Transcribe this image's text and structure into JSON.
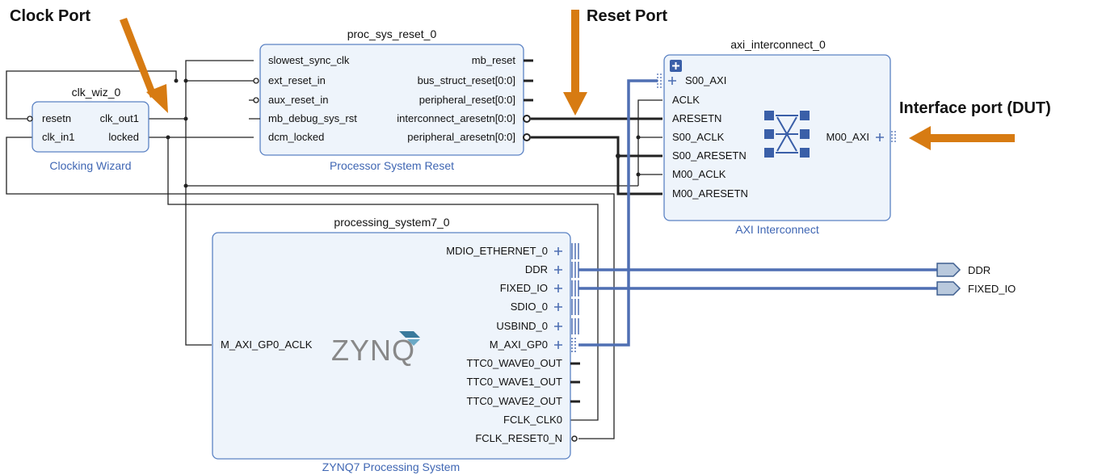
{
  "annotations": {
    "clock_port": "Clock Port",
    "reset_port": "Reset Port",
    "interface_port": "Interface port (DUT)"
  },
  "clk_wiz": {
    "instance": "clk_wiz_0",
    "type": "Clocking Wizard",
    "inputs": [
      "resetn",
      "clk_in1"
    ],
    "outputs": [
      "clk_out1",
      "locked"
    ]
  },
  "proc_sys_reset": {
    "instance": "proc_sys_reset_0",
    "type": "Processor System Reset",
    "inputs": [
      "slowest_sync_clk",
      "ext_reset_in",
      "aux_reset_in",
      "mb_debug_sys_rst",
      "dcm_locked"
    ],
    "outputs": [
      "mb_reset",
      "bus_struct_reset[0:0]",
      "peripheral_reset[0:0]",
      "interconnect_aresetn[0:0]",
      "peripheral_aresetn[0:0]"
    ]
  },
  "axi_interconnect": {
    "instance": "axi_interconnect_0",
    "type": "AXI Interconnect",
    "inputs": [
      "S00_AXI",
      "ACLK",
      "ARESETN",
      "S00_ACLK",
      "S00_ARESETN",
      "M00_ACLK",
      "M00_ARESETN"
    ],
    "outputs": [
      "M00_AXI"
    ]
  },
  "processing_system": {
    "instance": "processing_system7_0",
    "type": "ZYNQ7 Processing System",
    "logo": "ZYNQ",
    "inputs": [
      "M_AXI_GP0_ACLK"
    ],
    "outputs": [
      "MDIO_ETHERNET_0",
      "DDR",
      "FIXED_IO",
      "SDIO_0",
      "USBIND_0",
      "M_AXI_GP0",
      "TTC0_WAVE0_OUT",
      "TTC0_WAVE1_OUT",
      "TTC0_WAVE2_OUT",
      "FCLK_CLK0",
      "FCLK_RESET0_N"
    ]
  },
  "external_ports": [
    "DDR",
    "FIXED_IO"
  ],
  "colors": {
    "accent": "#d77b12",
    "block_fill": "#eef4fb",
    "block_border": "#5b82c4",
    "interface_wire": "#4f6fb3"
  }
}
